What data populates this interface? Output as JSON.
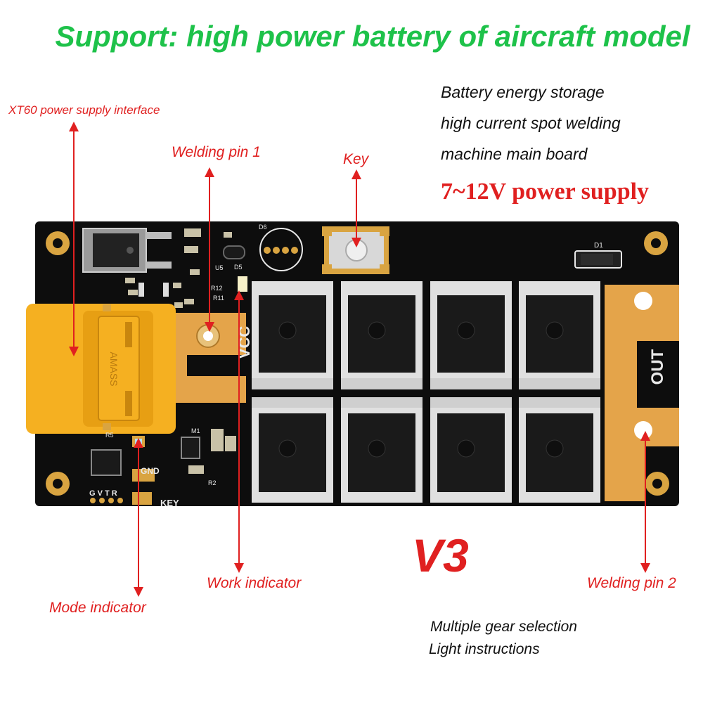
{
  "headline": "Support: high power battery of aircraft model",
  "description_lines": [
    "Battery energy storage",
    "high current spot welding",
    "machine main board"
  ],
  "voltage": "7~12V power supply",
  "version": "V3",
  "callouts": {
    "xt60": "XT60 power supply interface",
    "pin1": "Welding pin 1",
    "key": "Key",
    "work_indicator": "Work indicator",
    "mode_indicator": "Mode indicator",
    "pin2": "Welding pin 2"
  },
  "features": [
    "Multiple gear selection",
    "Light instructions"
  ],
  "board_silkscreen": {
    "out": "OUT",
    "vcc": "VCC",
    "gnd": "GND",
    "key": "KEY",
    "pins": "G V T R",
    "d1": "D1",
    "d6": "D6",
    "d5": "D5",
    "u5": "U5",
    "m1": "M1",
    "r2": "R2",
    "r5": "R5",
    "r12": "R12",
    "r11": "R11",
    "connector": "AMASS"
  },
  "colors": {
    "headline": "#1ec24a",
    "callout": "#e02020",
    "board": "#0d0d0d",
    "gold": "#d9a441",
    "connector": "#f5b021",
    "mosfet": "#1a1a1a",
    "silkscreen": "#e8e8e8"
  }
}
